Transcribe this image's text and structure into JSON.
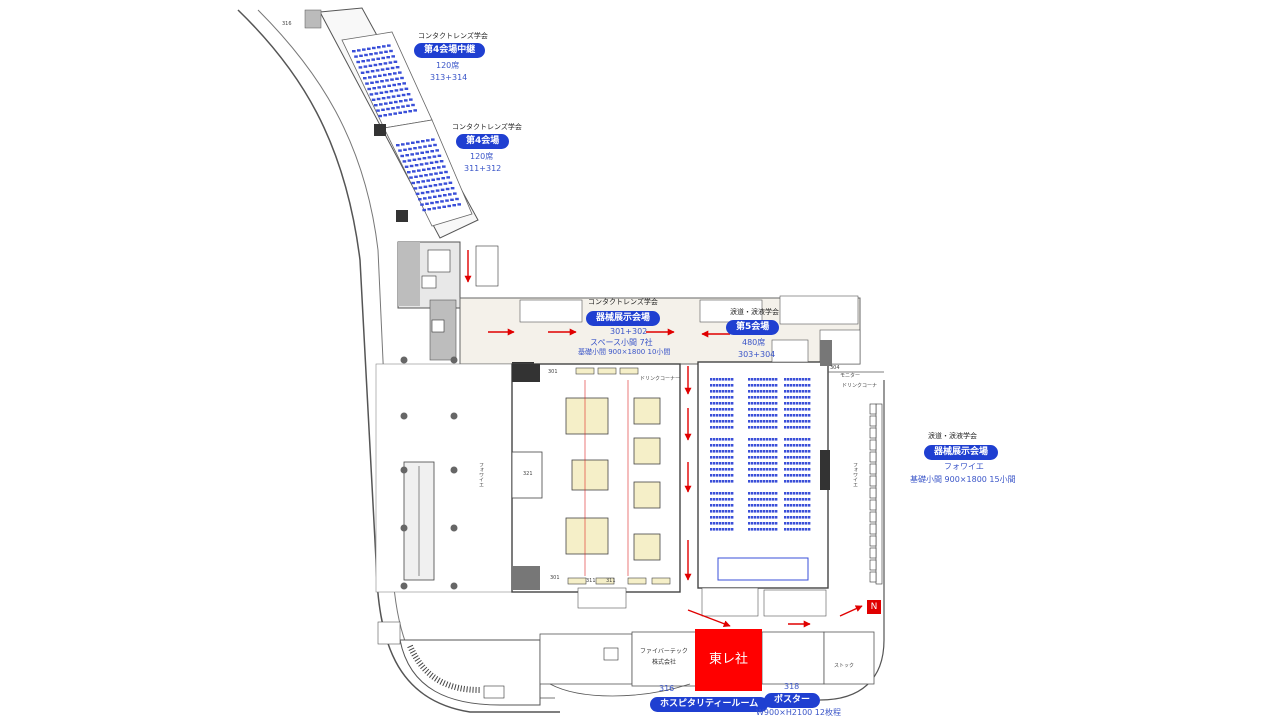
{
  "rooms": {
    "room4_relay": {
      "org": "コンタクトレンズ学会",
      "title": "第4会場中継",
      "seats": "120席",
      "number": "313+314"
    },
    "room4": {
      "org": "コンタクトレンズ学会",
      "title": "第4会場",
      "seats": "120席",
      "number": "311+312"
    },
    "exhibit_center": {
      "org": "コンタクトレンズ学会",
      "title": "器械展示会場",
      "number": "301+302",
      "detail1": "スペース小間 7社",
      "detail2": "基礎小間 900×1800 10小間"
    },
    "room5": {
      "org": "涙道・涙液学会",
      "title": "第5会場",
      "seats": "480席",
      "number": "303+304"
    },
    "exhibit_right": {
      "org": "涙道・涙液学会",
      "title": "器械展示会場",
      "sub": "フォワイエ",
      "detail": "基礎小間 900×1800 15小間"
    },
    "hospitality": {
      "title": "ホスピタリティールーム",
      "number": "316"
    },
    "poster": {
      "title": "ポスター",
      "number": "318",
      "detail": "W900×H2100 12枚程"
    }
  },
  "labels": {
    "fiber_tech_1": "ファイバーテック",
    "fiber_tech_2": "株式会社",
    "highlight_booth": "東レ社",
    "north": "N",
    "room_321": "321",
    "room_301a": "301",
    "room_301b": "301",
    "room_304": "304",
    "room_316_top": "316",
    "drink_corner_1": "ドリンクコーナー",
    "drink_corner_2": "ドリンクコーナ",
    "monitor": "モニター",
    "foyer_left": "フォワイエ",
    "foyer_right": "フォワイエ",
    "stock": "ストック",
    "booth_311": "311",
    "booth_311b": "311"
  },
  "colors": {
    "pill": "#1f3fd1",
    "seat": "#3a4fd8",
    "arrow": "#e00000",
    "highlight": "#ff0000",
    "wall": "#bdbdbd"
  }
}
